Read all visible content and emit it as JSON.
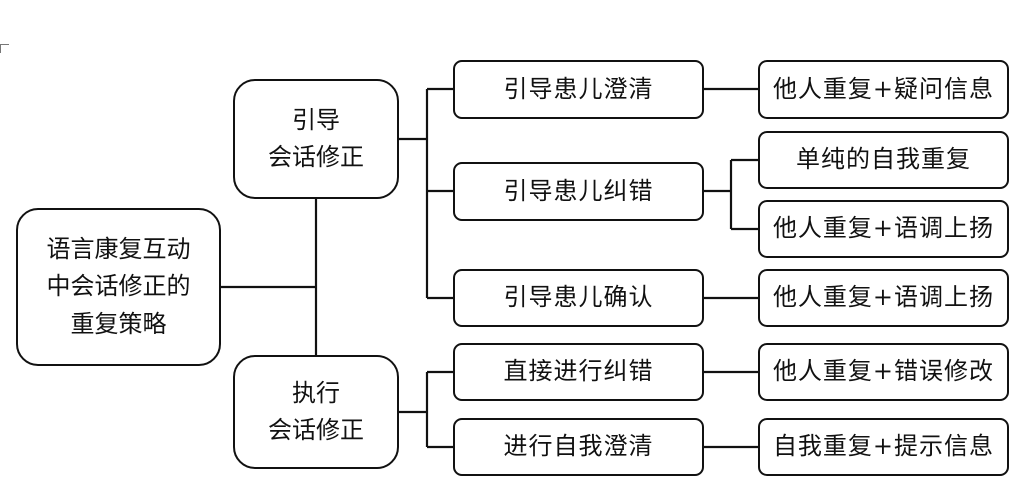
{
  "root": {
    "lines": [
      "语言康复互动",
      "中会话修正的",
      "重复策略"
    ]
  },
  "level1": [
    {
      "lines": [
        "引导",
        "会话修正"
      ]
    },
    {
      "lines": [
        "执行",
        "会话修正"
      ]
    }
  ],
  "level2": [
    {
      "label": "引导患儿澄清"
    },
    {
      "label": "引导患儿纠错"
    },
    {
      "label": "引导患儿确认"
    },
    {
      "label": "直接进行纠错"
    },
    {
      "label": "进行自我澄清"
    }
  ],
  "level3": [
    {
      "label": "他人重复+疑问信息"
    },
    {
      "label": "单纯的自我重复"
    },
    {
      "label": "他人重复+语调上扬"
    },
    {
      "label": "他人重复+语调上扬"
    },
    {
      "label": "他人重复+错误修改"
    },
    {
      "label": "自我重复+提示信息"
    }
  ]
}
